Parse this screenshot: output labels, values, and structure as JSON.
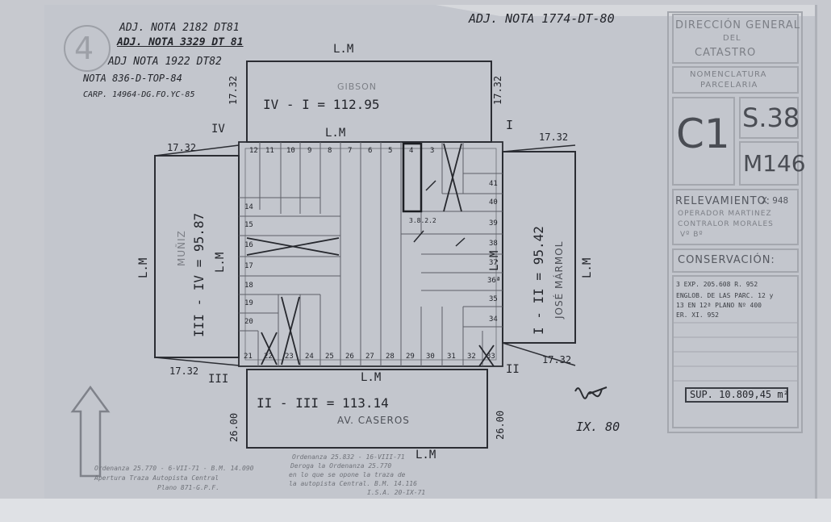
{
  "annotations": {
    "page_number": "4",
    "note1": "ADJ. NOTA 2182 DT81",
    "note2": "ADJ. NOTA 3329 DT 81",
    "note3": "ADJ NOTA 1922 DT82",
    "note4": "NOTA 836-D-TOP-84",
    "note5": "CARP. 14964-DG.FO.YC-85",
    "top_right_note": "ADJ. NOTA 1774-DT-80"
  },
  "catastro": {
    "title_line1": "DIRECCIÓN GENERAL",
    "title_line2": "DEL",
    "title_line3": "CATASTRO",
    "nomenclatura_line1": "NOMENCLATURA",
    "nomenclatura_line2": "PARCELARIA",
    "circ": "C1",
    "seccion": "S.38",
    "manzana": "M146",
    "relevamiento_label": "RELEVAMIENTO:",
    "relevamiento_value": "X 948",
    "operador": "OPERADOR MARTINEZ",
    "contralor": "CONTRALOR MORALES",
    "vb": "Vº Bº",
    "conservacion_label": "CONSERVACIÓN:",
    "cons_line1": "3 EXP. 205.608 R. 952",
    "cons_line2": "ENGLOB. DE LAS PARC. 12 y",
    "cons_line3": "13 EN 12ª PLANO Nº 400",
    "cons_line4": "ER. XI. 952",
    "superficie": "SUP. 10.809,45 m²"
  },
  "streets": {
    "north": "GIBSON",
    "south": "AV. CASEROS",
    "west": "MUÑIZ",
    "east": "JOSÉ MÁRMOL"
  },
  "labels": {
    "lm": "L.M",
    "dim_corner": "17.32",
    "dim_south": "26.00",
    "side_north": "IV - I = 112.95",
    "side_south": "II - III = 113.14",
    "side_west": "III - IV = 95.87",
    "side_east": "I - II = 95.42",
    "vertex_i": "I",
    "vertex_ii": "II",
    "vertex_iii": "III",
    "vertex_iv": "IV",
    "signature_date": "IX. 80",
    "parcel_3": "3.8.2.2",
    "parcel_36": "36ª"
  },
  "parcels": {
    "top_row": [
      "12",
      "11",
      "10",
      "9",
      "8",
      "7",
      "6",
      "5",
      "4",
      "3"
    ],
    "bottom_row": [
      "21",
      "22",
      "23",
      "24",
      "25",
      "26",
      "27",
      "28",
      "29",
      "30",
      "31",
      "32",
      "33"
    ],
    "left_col": [
      "14",
      "15",
      "16",
      "17",
      "18",
      "19",
      "20"
    ],
    "right_col": [
      "41",
      "40",
      "39",
      "38",
      "37",
      "36",
      "35",
      "34"
    ]
  },
  "footnotes": {
    "left_1": "Ordenanza 25.770 - 6-VII-71 - B.M. 14.090",
    "left_2": "Apertura Traza Autopista Central",
    "left_3": "Plano 871-G.P.F.",
    "mid_1": "Ordenanza 25.832 - 16-VIII-71",
    "mid_2": "Deroga la Ordenanza 25.770",
    "mid_3": "en lo que se opone la traza de",
    "mid_4": "la autopista Central. B.M. 14.116",
    "mid_5": "I.S.A. 20-IX-71"
  }
}
